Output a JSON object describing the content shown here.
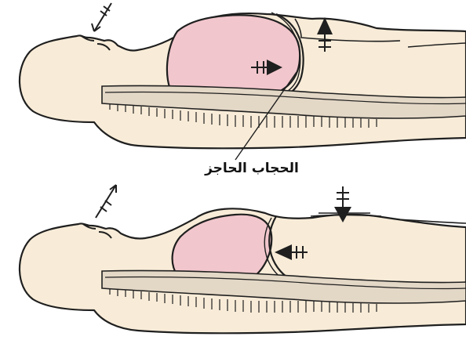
{
  "diagram": {
    "label": "الحجاب الحاجز",
    "colors": {
      "skin": "#f8ecd8",
      "lung": "#f1c6cc",
      "spine": "#e3d7c6",
      "outline": "#1f1f1f",
      "text": "#111111"
    },
    "panels": [
      {
        "phase": "inhale",
        "airflow": "in",
        "chest_motion": "up",
        "diaphragm_motion": "right"
      },
      {
        "phase": "exhale",
        "airflow": "out",
        "chest_motion": "down",
        "diaphragm_motion": "left"
      }
    ]
  }
}
